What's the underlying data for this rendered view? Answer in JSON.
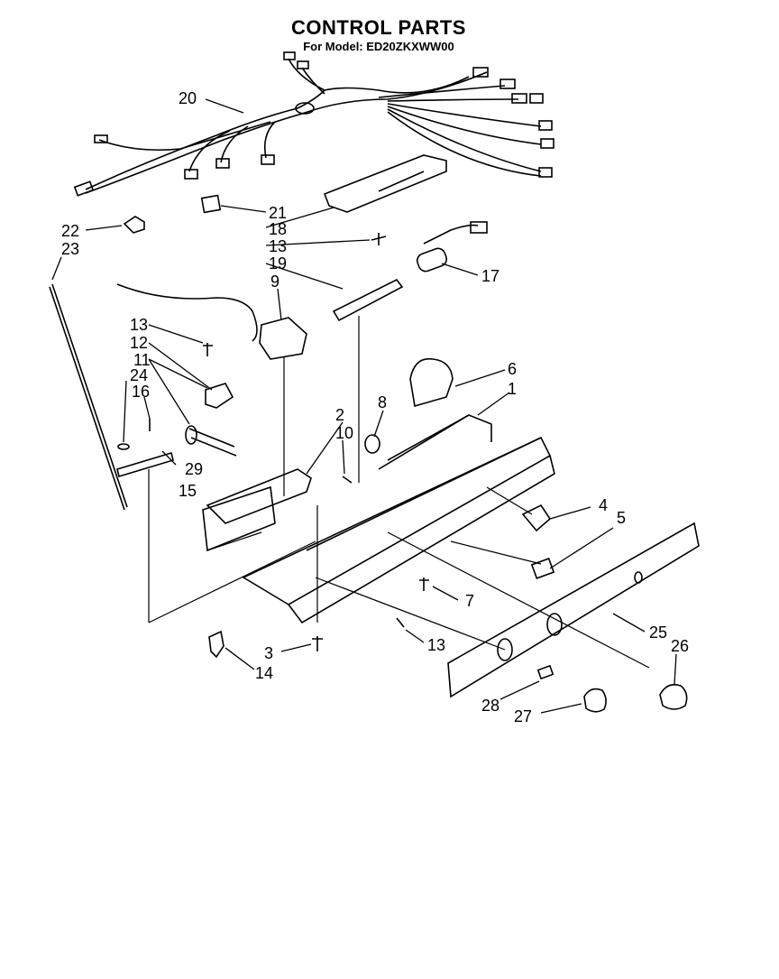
{
  "header": {
    "title": "CONTROL PARTS",
    "subtitle": "For Model: ED20ZKXWW00"
  },
  "callouts": [
    "20",
    "21",
    "18",
    "13",
    "19",
    "17",
    "9",
    "22",
    "23",
    "13",
    "12",
    "11",
    "24",
    "16",
    "29",
    "15",
    "2",
    "10",
    "8",
    "6",
    "1",
    "4",
    "5",
    "7",
    "25",
    "26",
    "13",
    "3",
    "14",
    "28",
    "27"
  ]
}
